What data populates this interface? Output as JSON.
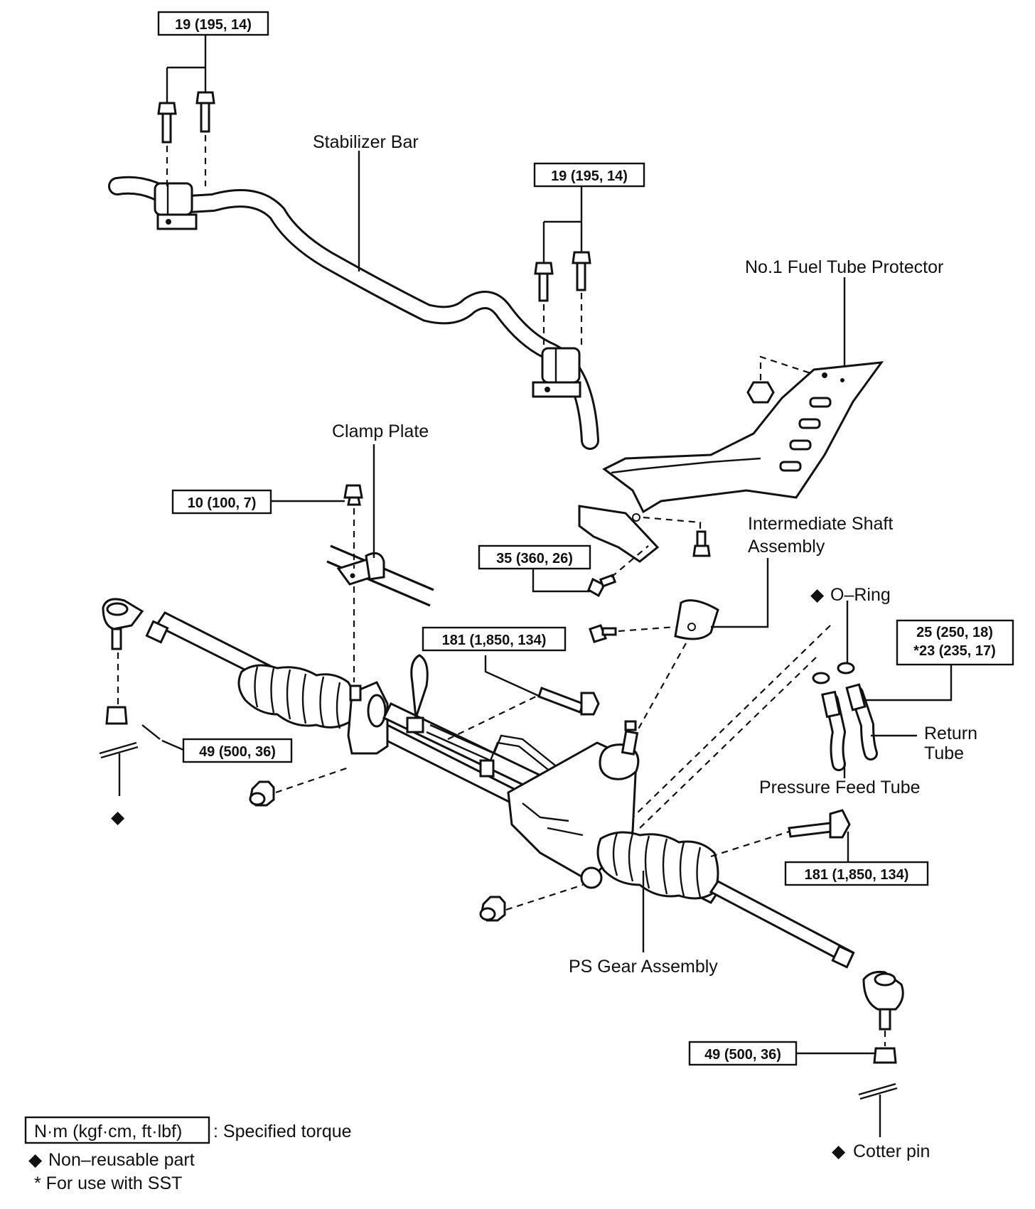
{
  "labels": {
    "stabilizer_bar": "Stabilizer Bar",
    "fuel_tube_protector": "No.1 Fuel Tube Protector",
    "clamp_plate": "Clamp Plate",
    "intermediate_shaft_1": "Intermediate Shaft",
    "intermediate_shaft_2": "Assembly",
    "o_ring": "O–Ring",
    "return_tube_1": "Return",
    "return_tube_2": "Tube",
    "pressure_feed_tube": "Pressure Feed Tube",
    "ps_gear_assembly": "PS Gear Assembly",
    "cotter_pin": "Cotter pin"
  },
  "torque": {
    "stab_left": "19 (195, 14)",
    "stab_right": "19 (195, 14)",
    "clamp": "10 (100, 7)",
    "protector": "35 (360, 26)",
    "gear_left": "181 (1,850, 134)",
    "gear_right": "181 (1,850, 134)",
    "tube_1": "25 (250, 18)",
    "tube_2": "*23 (235, 17)",
    "tie_rod_left": "49 (500, 36)",
    "tie_rod_right": "49 (500, 36)"
  },
  "legend": {
    "unit_box": "N·m (kgf·cm, ft·lbf)",
    "unit_desc": ": Specified torque",
    "non_reusable": "Non–reusable part",
    "sst_note": "* For use with SST"
  },
  "symbols": {
    "non_reusable_mark": "◆"
  }
}
